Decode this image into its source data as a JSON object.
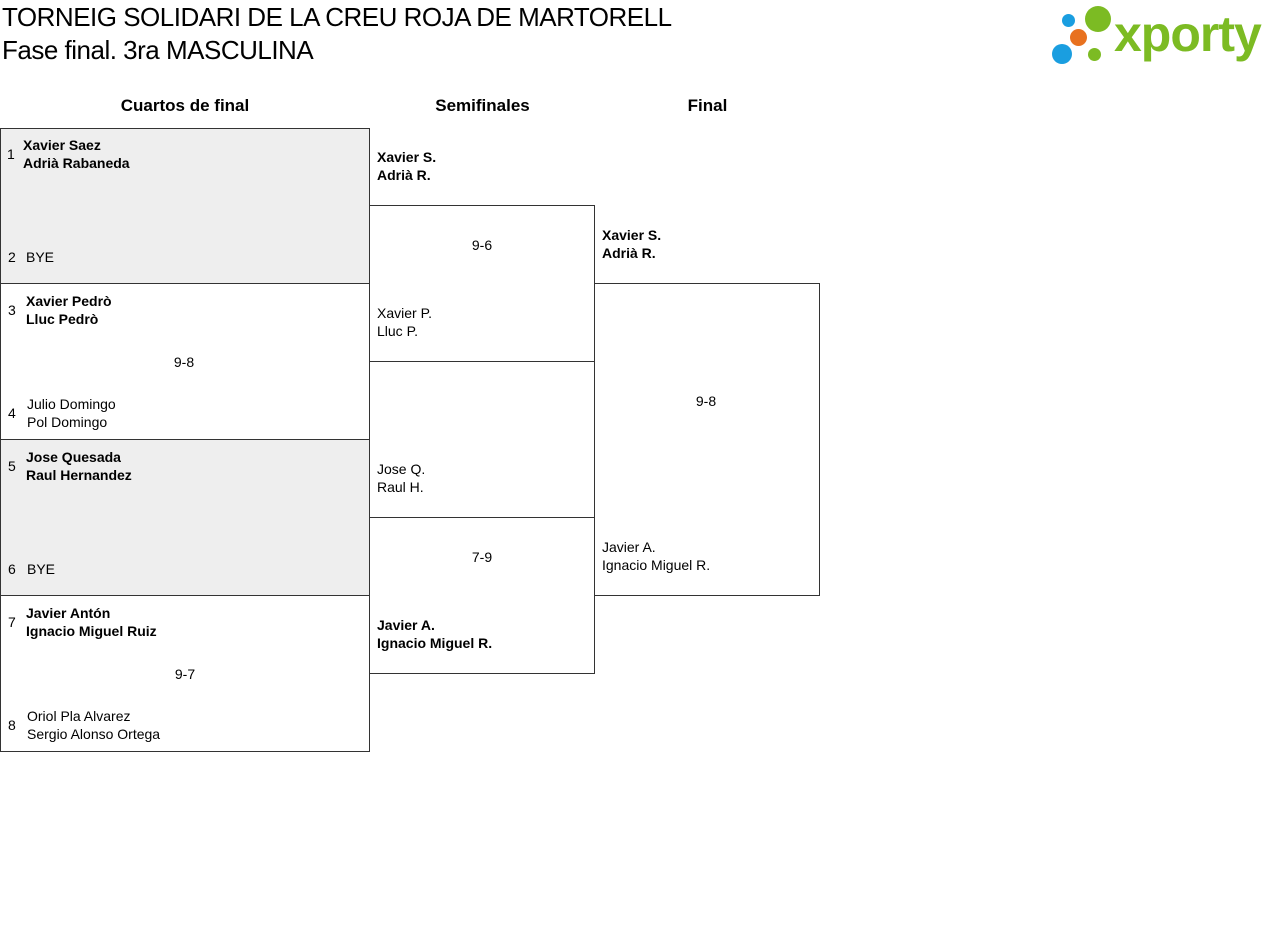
{
  "header": {
    "title": "TORNEIG SOLIDARI DE LA CREU ROJA DE MARTORELL",
    "subtitle": "Fase final. 3ra MASCULINA"
  },
  "logo": {
    "text": "xporty",
    "colors": [
      "#1a9ee0",
      "#e8711f",
      "#7cbb23"
    ]
  },
  "rounds": [
    "Cuartos de final",
    "Semifinales",
    "Final"
  ],
  "quarterfinals": [
    {
      "top": {
        "seed": "1",
        "p1": "Xavier Saez",
        "p2": "Adrià Rabaneda",
        "winner": true
      },
      "bottom": {
        "seed": "2",
        "p1": "BYE",
        "p2": "",
        "winner": false
      },
      "score": "",
      "bye": true
    },
    {
      "top": {
        "seed": "3",
        "p1": "Xavier Pedrò",
        "p2": "Lluc Pedrò",
        "winner": true
      },
      "bottom": {
        "seed": "4",
        "p1": "Julio Domingo",
        "p2": "Pol Domingo",
        "winner": false
      },
      "score": "9-8",
      "bye": false
    },
    {
      "top": {
        "seed": "5",
        "p1": "Jose Quesada",
        "p2": "Raul Hernandez",
        "winner": true
      },
      "bottom": {
        "seed": "6",
        "p1": "BYE",
        "p2": "",
        "winner": false
      },
      "score": "",
      "bye": true
    },
    {
      "top": {
        "seed": "7",
        "p1": "Javier Antón",
        "p2": "Ignacio Miguel Ruiz",
        "winner": true
      },
      "bottom": {
        "seed": "8",
        "p1": "Oriol Pla Alvarez",
        "p2": "Sergio Alonso Ortega",
        "winner": false
      },
      "score": "9-7",
      "bye": false
    }
  ],
  "semifinals": [
    {
      "top": {
        "p1": "Xavier S.",
        "p2": "Adrià R.",
        "winner": true
      },
      "bottom": {
        "p1": "Xavier P.",
        "p2": "Lluc P.",
        "winner": false
      },
      "score": "9-6"
    },
    {
      "top": {
        "p1": "Jose Q.",
        "p2": "Raul H.",
        "winner": false
      },
      "bottom": {
        "p1": "Javier A.",
        "p2": "Ignacio Miguel R.",
        "winner": true
      },
      "score": "7-9"
    }
  ],
  "final": {
    "top": {
      "p1": "Xavier S.",
      "p2": "Adrià R.",
      "winner": true
    },
    "bottom": {
      "p1": "Javier A.",
      "p2": "Ignacio Miguel R.",
      "winner": false
    },
    "score": "9-8"
  }
}
